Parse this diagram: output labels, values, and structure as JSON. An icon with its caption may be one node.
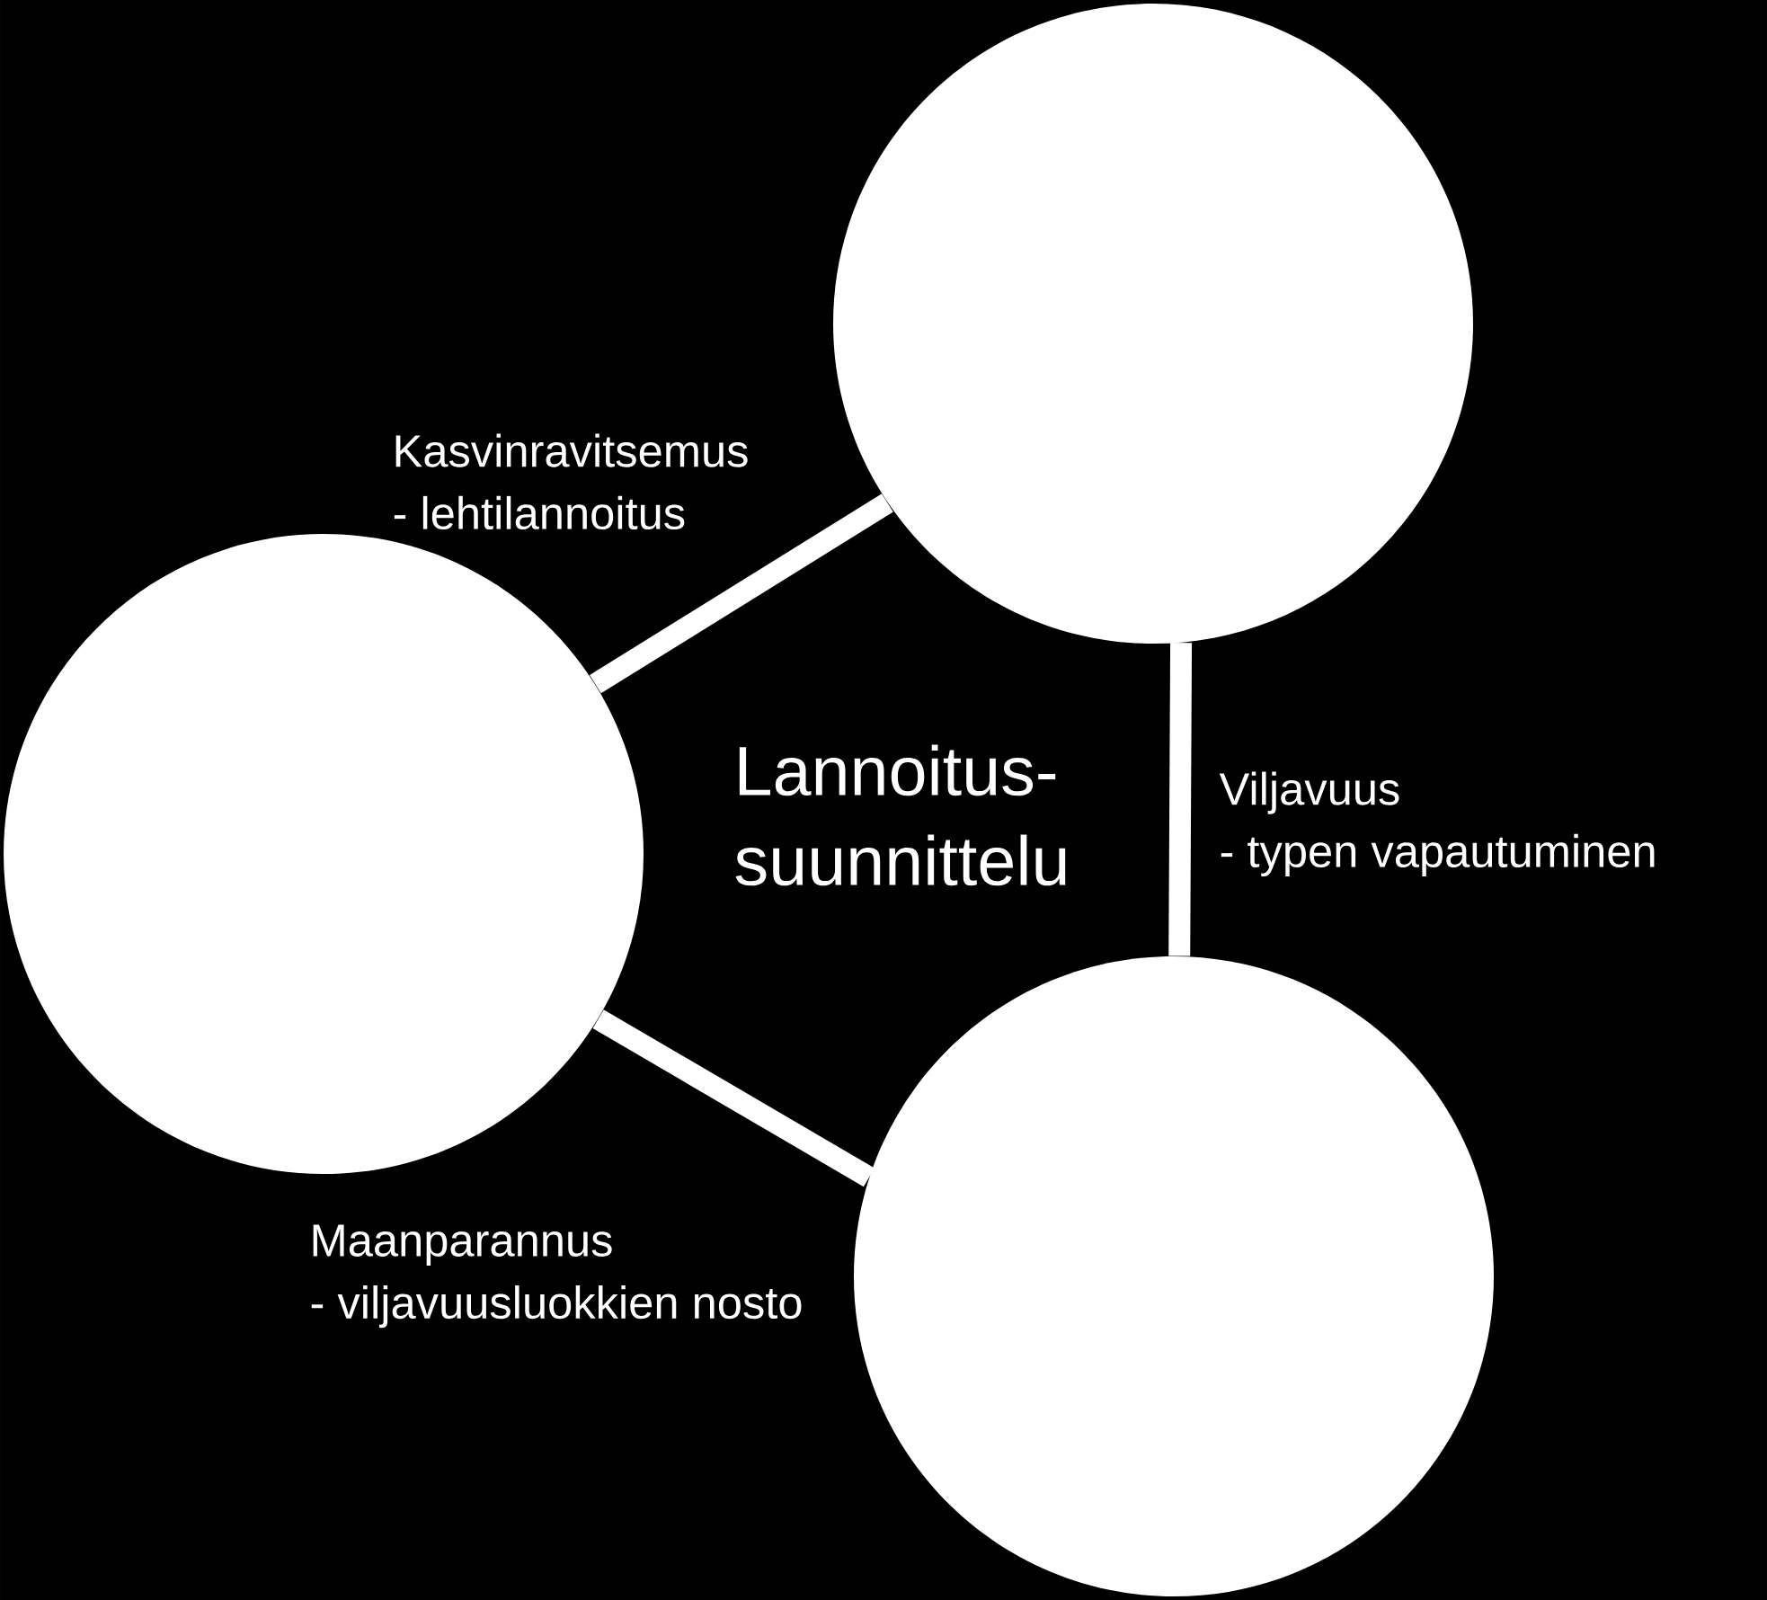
{
  "diagram": {
    "nodes": [
      {
        "text": [],
        "shape": "circle"
      },
      {
        "text": [],
        "shape": "circle"
      },
      {
        "text": [],
        "shape": "circle"
      }
    ],
    "edges": [
      {
        "from": 0,
        "to": 1,
        "arrow": "none",
        "label": "Kasvinravitsemus - lehtilannoitus"
      },
      {
        "from": 1,
        "to": 2,
        "arrow": "none",
        "label": "Viljavuus - typen vapautuminen"
      },
      {
        "from": 0,
        "to": 2,
        "arrow": "none",
        "label": "Maanparannus - viljavuusluokkien nosto"
      }
    ],
    "labels": [
      "Lannoitus- suunnittelu"
    ]
  }
}
